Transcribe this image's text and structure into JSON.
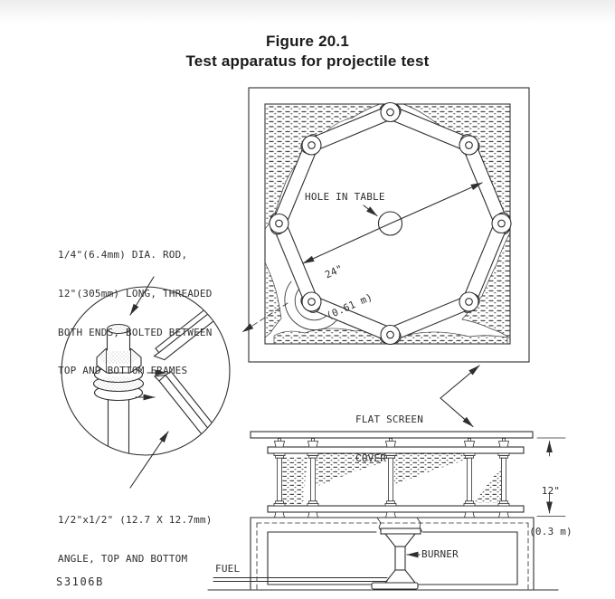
{
  "figure": {
    "title_line1": "Figure 20.1",
    "title_line2": "Test apparatus for projectile test",
    "doc_code": "S3106B"
  },
  "top_view": {
    "hole_label": "HOLE IN TABLE",
    "dimension": {
      "value": "24\"",
      "metric": "(0.61 m)"
    }
  },
  "detail_view": {
    "rod_note": [
      "1/4\"(6.4mm) DIA. ROD,",
      "12\"(305mm) LONG, THREADED",
      "BOTH ENDS, BOLTED BETWEEN",
      "TOP AND BOTTOM FRAMES"
    ],
    "angle_note": [
      "1/2\"x1/2\" (12.7 X 12.7mm)",
      "ANGLE, TOP AND BOTTOM"
    ]
  },
  "side_view": {
    "cover_label": [
      "FLAT SCREEN",
      "COVER"
    ],
    "height_dimension": {
      "value": "12\"",
      "metric": "(0.3 m)"
    },
    "burner_label": "BURNER",
    "fuel_label": "FUEL"
  },
  "colors": {
    "line": "#2f2f2f",
    "background": "#ffffff"
  }
}
